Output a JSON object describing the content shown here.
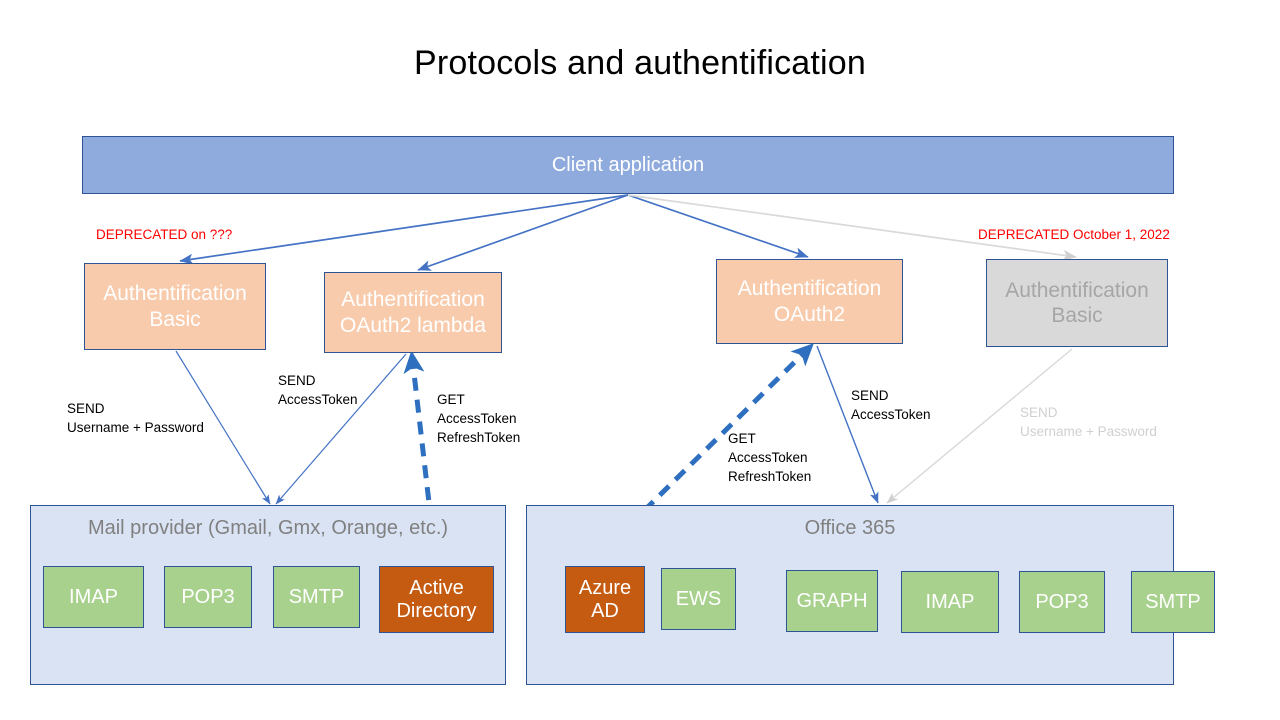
{
  "page": {
    "title": "Protocols and authentification",
    "background": "#FFFFFF"
  },
  "colors": {
    "client_fill": "#8FAADC",
    "auth_fill": "#F8CBAD",
    "auth_disabled_fill": "#D9D9D9",
    "container_fill": "#DAE3F3",
    "service_fill": "#A9D18E",
    "service_accent_fill": "#C55A11",
    "border": "#2F5496",
    "arrow_blue": "#4472C4",
    "arrow_gray": "#D9D9D9",
    "deprecated_text": "#FF0000",
    "muted_text": "#808080",
    "disabled_text": "#A6A6A6"
  },
  "client": {
    "label": "Client application"
  },
  "auth_nodes": [
    {
      "id": "auth-basic-left",
      "line1": "Authentification",
      "line2": "Basic",
      "state": "active",
      "deprecated_note": "DEPRECATED on ???"
    },
    {
      "id": "auth-oauth-lambda",
      "line1": "Authentification",
      "line2": "OAuth2 lambda",
      "state": "active",
      "deprecated_note": ""
    },
    {
      "id": "auth-oauth2",
      "line1": "Authentification",
      "line2": "OAuth2",
      "state": "active",
      "deprecated_note": ""
    },
    {
      "id": "auth-basic-right",
      "line1": "Authentification",
      "line2": "Basic",
      "state": "disabled",
      "deprecated_note": "DEPRECATED October 1, 2022"
    }
  ],
  "deprecated": {
    "left": "DEPRECATED on ???",
    "right": "DEPRECATED October 1, 2022"
  },
  "edge_labels": {
    "send_username_password": "SEND\nUsername + Password",
    "send_username_password_line1": "SEND",
    "send_username_password_line2": "Username + Password",
    "send_accesstoken_line1": "SEND",
    "send_accesstoken_line2": "AccessToken",
    "get_token_line1": "GET",
    "get_token_line2": "AccessToken",
    "get_token_line3": "RefreshToken"
  },
  "containers": [
    {
      "id": "mail-provider",
      "title": "Mail provider (Gmail, Gmx, Orange, etc.)",
      "services": [
        {
          "label": "IMAP",
          "kind": "protocol"
        },
        {
          "label": "POP3",
          "kind": "protocol"
        },
        {
          "label": "SMTP",
          "kind": "protocol"
        },
        {
          "label_line1": "Active",
          "label_line2": "Directory",
          "kind": "directory"
        }
      ]
    },
    {
      "id": "office365",
      "title": "Office 365",
      "services": [
        {
          "label_line1": "Azure",
          "label_line2": "AD",
          "kind": "directory"
        },
        {
          "label": "EWS",
          "kind": "protocol"
        },
        {
          "label": "GRAPH",
          "kind": "protocol"
        },
        {
          "label": "IMAP",
          "kind": "protocol"
        },
        {
          "label": "POP3",
          "kind": "protocol"
        },
        {
          "label": "SMTP",
          "kind": "protocol"
        }
      ]
    }
  ]
}
